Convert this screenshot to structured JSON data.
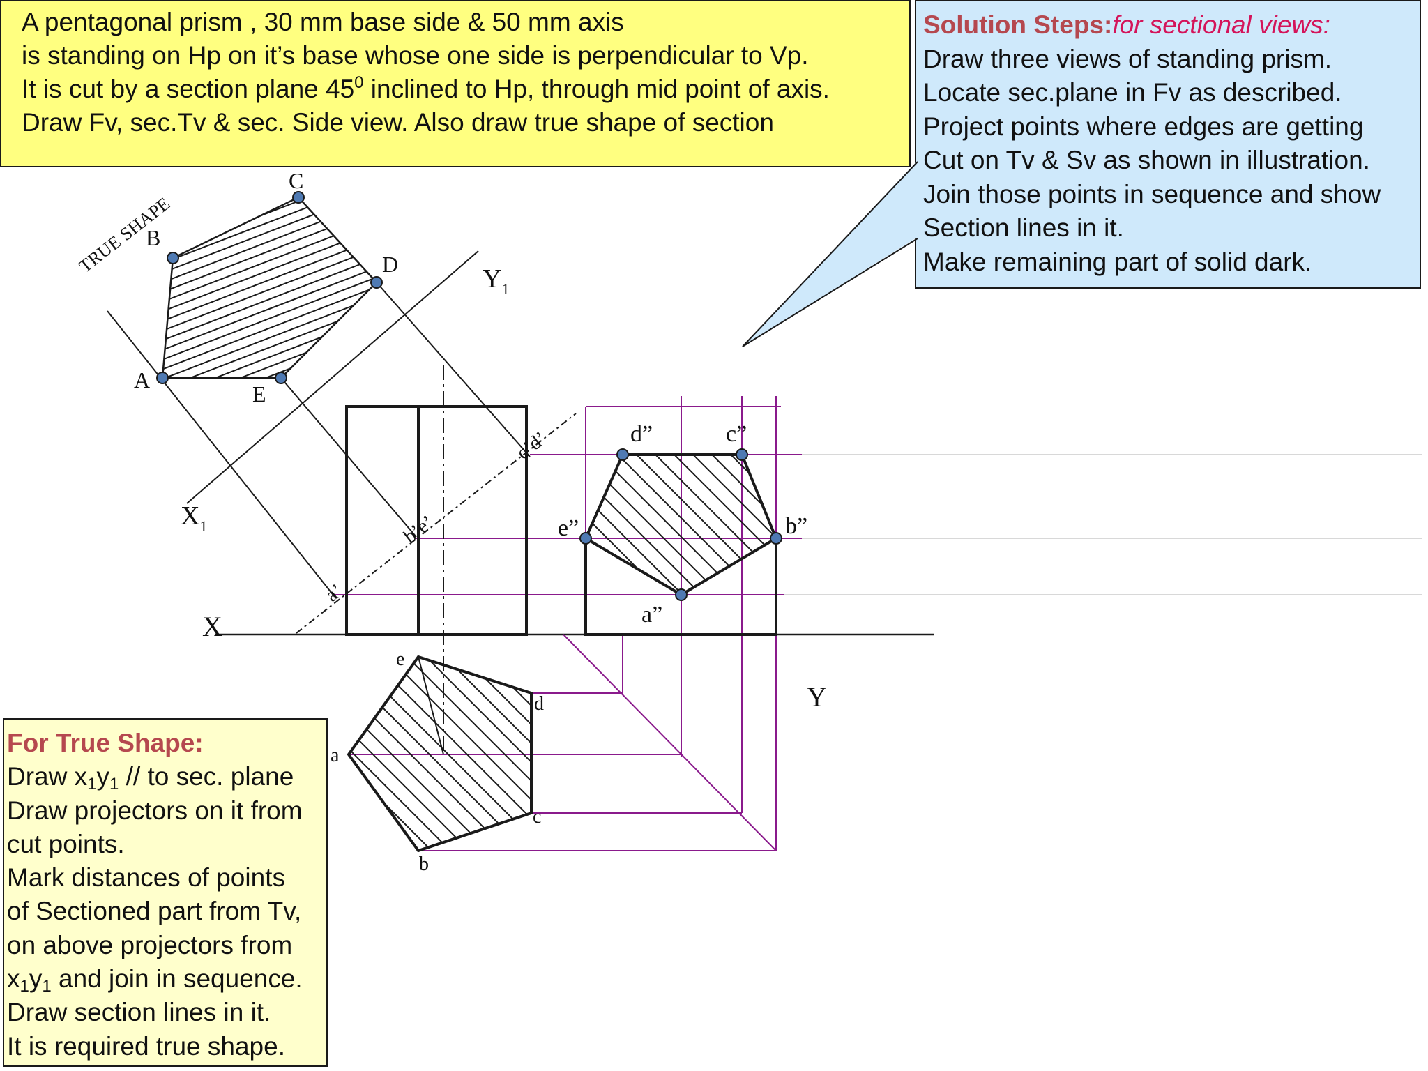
{
  "problem": {
    "lines": [
      "A pentagonal prism , 30 mm base side & 50 mm axis",
      "is standing on Hp on it’s base whose one side is perpendicular to Vp.",
      "It is cut by a section plane 45",
      "0",
      " inclined to Hp, through mid point of axis.",
      "Draw Fv, sec.Tv & sec. Side view. Also draw true shape of section"
    ]
  },
  "solution_steps": {
    "heading": "Solution Steps:",
    "heading_suffix": "for sectional views:",
    "lines": [
      "Draw three views of standing prism.",
      "Locate sec.plane in Fv as described.",
      "Project points where edges are getting",
      "Cut on Tv & Sv as shown in illustration.",
      "Join those points in sequence and show",
      "Section lines in it.",
      "Make remaining part of solid dark."
    ]
  },
  "true_shape_notes": {
    "heading": "For True Shape:",
    "l1a": "Draw x",
    "l1s1": "1",
    "l1b": "y",
    "l1s2": "1",
    "l1c": " // to sec. plane",
    "l2": "Draw projectors on it from",
    "l3": "cut points.",
    "l4": "Mark distances of points",
    "l5": "of Sectioned part from Tv,",
    "l6": "on above projectors from",
    "l7a": "x",
    "l7s1": "1",
    "l7b": "y",
    "l7s2": "1",
    "l7c": " and join in sequence.",
    "l8": "Draw section lines in it.",
    "l9": "It is required true shape."
  },
  "drawing_labels": {
    "true_shape": "TRUE SHAPE",
    "A": "A",
    "B": "B",
    "C": "C",
    "D": "D",
    "E": "E",
    "x1_main": "X",
    "x1_sub": "1",
    "y1_main": "Y",
    "y1_sub": "1",
    "x": "X",
    "y": "Y",
    "a_prime": "a’",
    "b_e_prime": "b’e’",
    "c_d_prime": "c’d’",
    "d_dd": "d”",
    "c_dd": "c”",
    "e_dd": "e”",
    "b_dd": "b”",
    "a_dd": "a”",
    "a": "a",
    "b": "b",
    "c": "c",
    "d": "d",
    "e": "e"
  },
  "colors": {
    "projector": "#8a1a8c",
    "point_fill": "#4f7ab3",
    "outline": "#1a1a1a",
    "problem_bg": "#ffff80",
    "steps_bg": "#cfe9fb",
    "notes_bg": "#ffffcc"
  }
}
